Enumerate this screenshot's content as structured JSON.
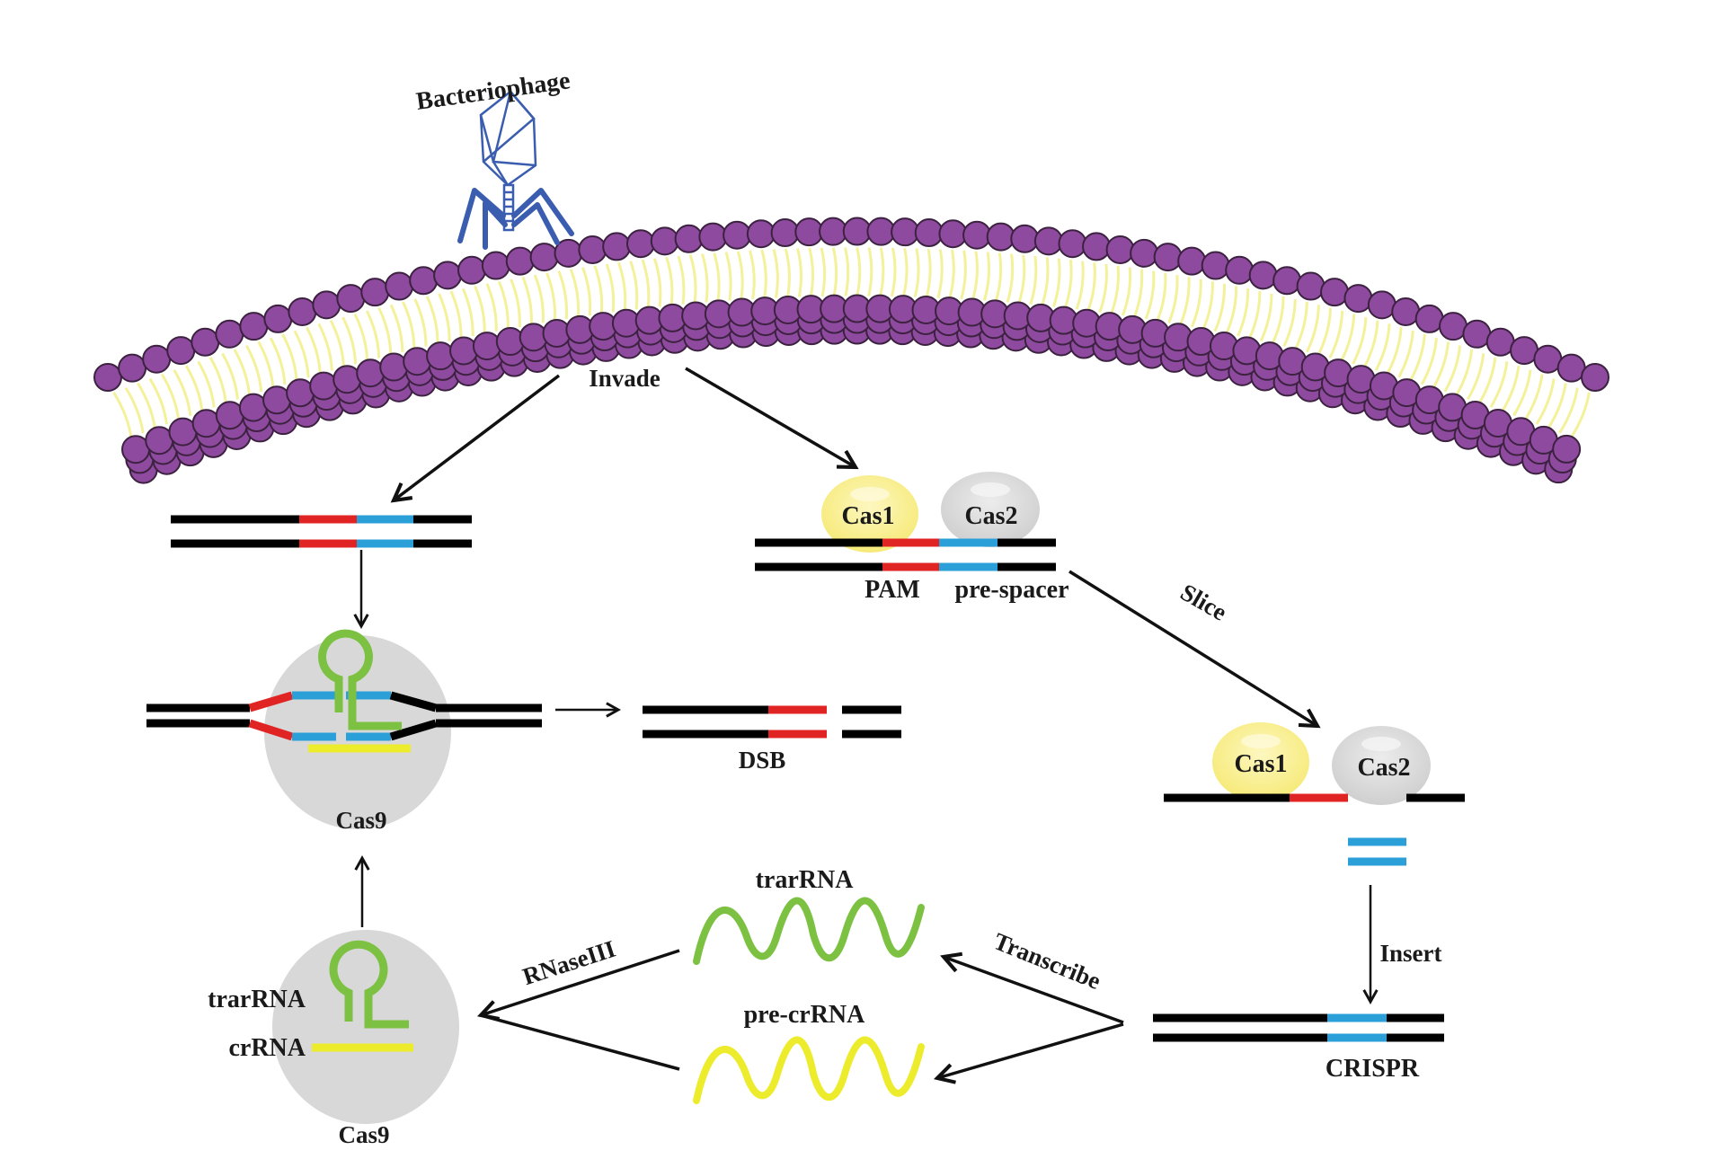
{
  "title": "CRISPR-Cas9 adaptive immunity mechanism",
  "colors": {
    "membrane_head": "#8e4a9e",
    "membrane_head_stroke": "#3c2240",
    "membrane_tail": "#f3f19a",
    "phage": "#3b5db0",
    "dna": "#000000",
    "pam": "#e02424",
    "spacer": "#2a9fd8",
    "trarRNA": "#7cc142",
    "crRNA": "#ecec2c",
    "cas1": "#f8ee8a",
    "cas2": "#d3d3d3",
    "cas9": "#d8d8d8"
  },
  "labels": {
    "bacteriophage": "Bacteriophage",
    "invade": "Invade",
    "cas1_top": "Cas1",
    "cas2_top": "Cas2",
    "pam": "PAM",
    "pre_spacer": "pre-spacer",
    "slice": "Slice",
    "cas9_top": "Cas9",
    "dsb": "DSB",
    "cas1_bottom": "Cas1",
    "cas2_bottom": "Cas2",
    "insert": "Insert",
    "crispr": "CRISPR",
    "transcribe": "Transcribe",
    "trarRNA_wave": "trarRNA",
    "pre_crRNA": "pre-crRNA",
    "rnase": "RNaseIII",
    "trarRNA_cas9": "trarRNA",
    "crRNA_cas9": "crRNA",
    "cas9_bottom": "Cas9"
  }
}
